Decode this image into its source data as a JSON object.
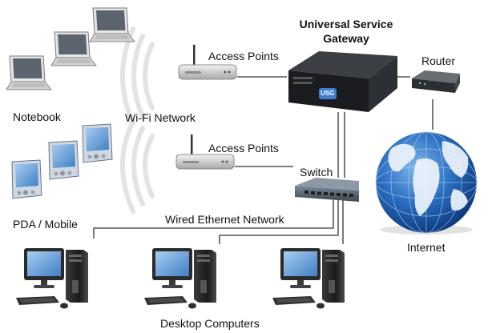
{
  "labels": {
    "gateway_line1": "Universal Service",
    "gateway_line2": "Gateway",
    "access_points_top": "Access Points",
    "access_points_bottom": "Access Points",
    "router": "Router",
    "notebook": "Notebook",
    "wifi_network": "Wi-Fi Network",
    "switch": "Switch",
    "pda_mobile": "PDA / Mobile",
    "wired_network": "Wired Ethernet Network",
    "internet": "Internet",
    "desktop_computers": "Desktop Computers",
    "gateway_badge": "USG"
  },
  "icons": {
    "notebook_group": "laptop-icon",
    "pda_group": "pda-icon",
    "access_point": "wireless-access-point-icon",
    "gateway": "rack-gateway-icon",
    "router": "router-icon",
    "switch": "ethernet-switch-icon",
    "internet": "globe-icon",
    "desktop": "desktop-computer-icon"
  },
  "colors": {
    "line": "#222222",
    "globe_ocean": "#1f5fb4",
    "globe_land": "#f2f6fb",
    "device_dark": "#2a2a2a",
    "device_light": "#dcdcdc",
    "screen_blue": "#6fa8dc"
  }
}
